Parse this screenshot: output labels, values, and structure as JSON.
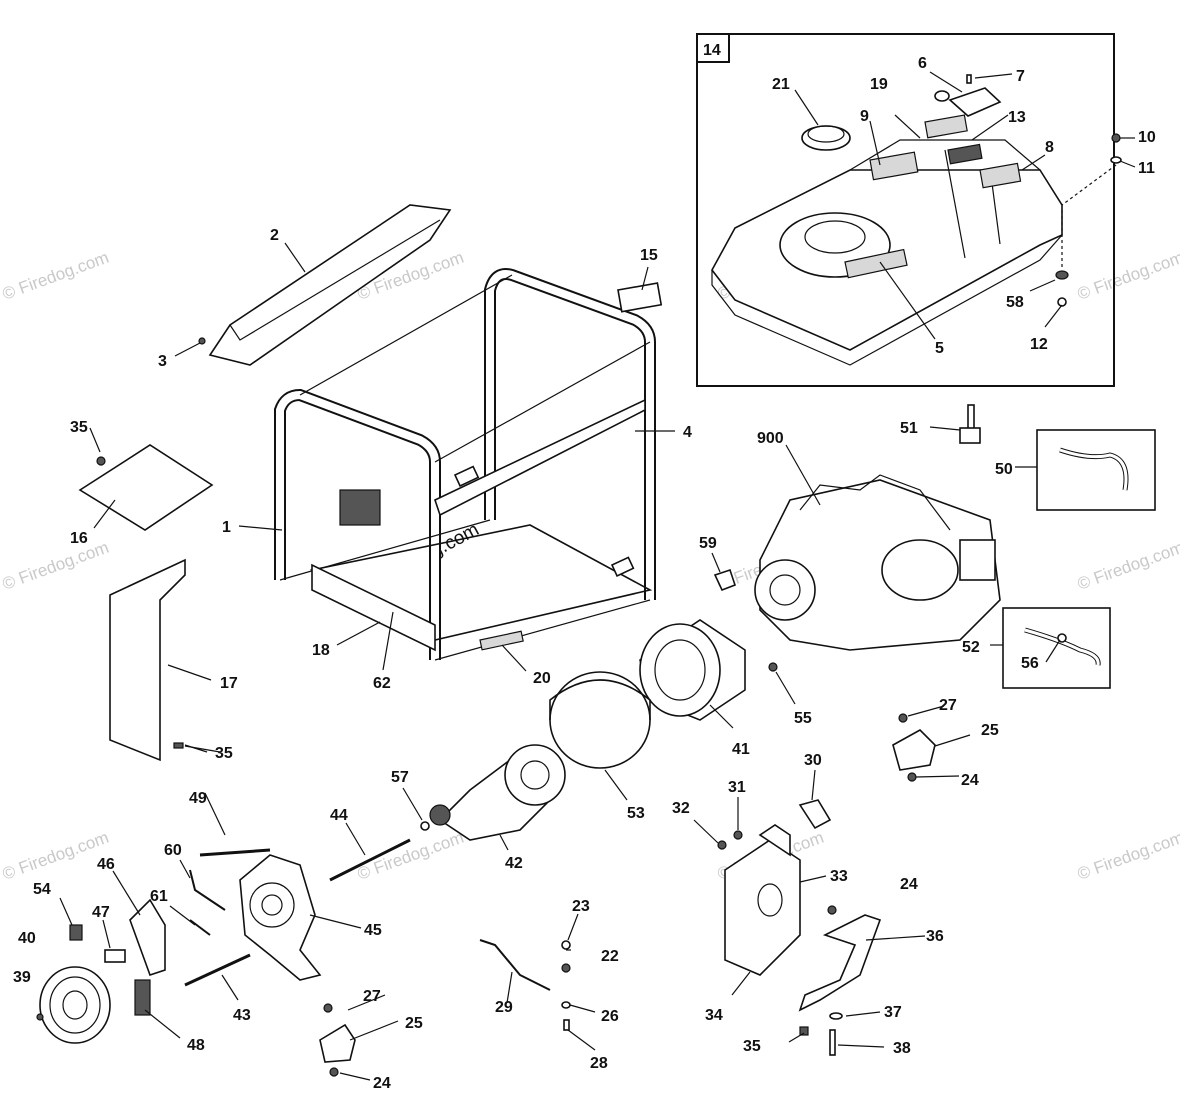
{
  "watermark_text": "© Firedog.com",
  "callouts": {
    "c1": "1",
    "c2": "2",
    "c3": "3",
    "c4": "4",
    "c5": "5",
    "c6": "6",
    "c7": "7",
    "c8": "8",
    "c9": "9",
    "c10": "10",
    "c11": "11",
    "c12": "12",
    "c13": "13",
    "c14": "14",
    "c15": "15",
    "c16": "16",
    "c17": "17",
    "c18": "18",
    "c19": "19",
    "c20": "20",
    "c21": "21",
    "c22": "22",
    "c23": "23",
    "c24a": "24",
    "c24b": "24",
    "c24c": "24",
    "c25a": "25",
    "c25b": "25",
    "c26": "26",
    "c27a": "27",
    "c27b": "27",
    "c28": "28",
    "c29": "29",
    "c30": "30",
    "c31": "31",
    "c32": "32",
    "c33": "33",
    "c34": "34",
    "c35a": "35",
    "c35b": "35",
    "c35c": "35",
    "c36": "36",
    "c37": "37",
    "c38": "38",
    "c39": "39",
    "c40": "40",
    "c41": "41",
    "c42": "42",
    "c43": "43",
    "c44": "44",
    "c45": "45",
    "c46": "46",
    "c47": "47",
    "c48": "48",
    "c49": "49",
    "c50": "50",
    "c51": "51",
    "c52": "52",
    "c53": "53",
    "c54": "54",
    "c55": "55",
    "c56": "56",
    "c57": "57",
    "c58": "58",
    "c59": "59",
    "c60": "60",
    "c61": "61",
    "c62": "62",
    "c900": "900"
  }
}
